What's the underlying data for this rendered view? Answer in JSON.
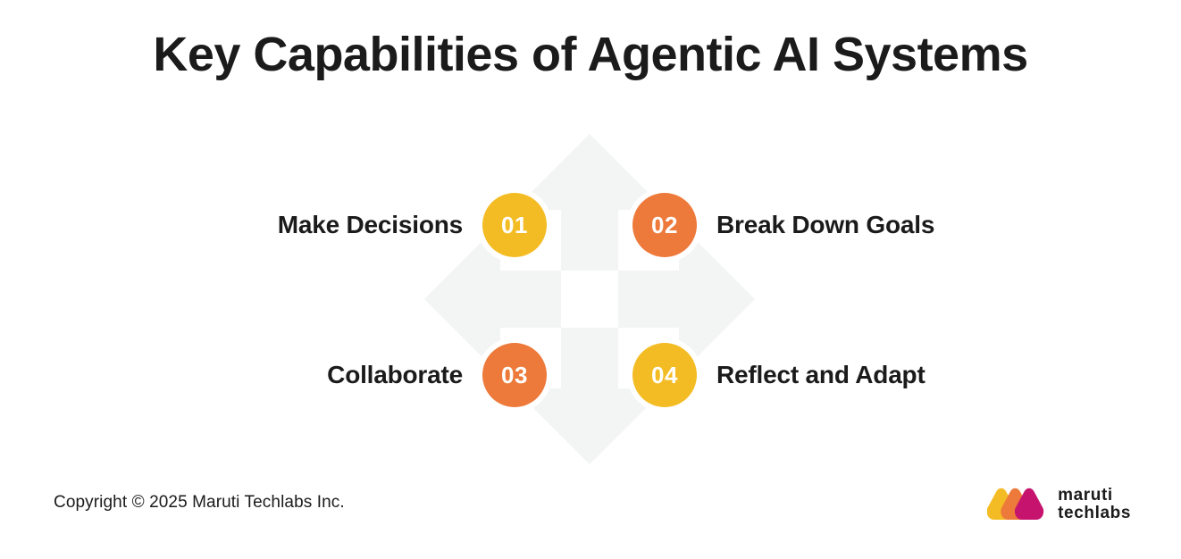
{
  "page": {
    "title": "Key Capabilities of Agentic AI Systems",
    "background_color": "#ffffff",
    "text_color": "#1b1b1b"
  },
  "colors": {
    "yellow": "#F4BC24",
    "orange": "#ED7A3A",
    "magenta": "#C6146E",
    "arrow_gray": "#F3F4F4",
    "badge_ring": "#ffffff"
  },
  "diagram": {
    "decoration": "four-way-arrow-icon",
    "quadrants": [
      {
        "number": "01",
        "label": "Make Decisions",
        "color": "yellow",
        "side": "left",
        "position": "top-left"
      },
      {
        "number": "02",
        "label": "Break Down Goals",
        "color": "orange",
        "side": "right",
        "position": "top-right"
      },
      {
        "number": "03",
        "label": "Collaborate",
        "color": "orange",
        "side": "left",
        "position": "bottom-left"
      },
      {
        "number": "04",
        "label": "Reflect and Adapt",
        "color": "yellow",
        "side": "right",
        "position": "bottom-right"
      }
    ]
  },
  "footer": {
    "copyright": "Copyright © 2025 Maruti Techlabs Inc.",
    "logo": {
      "mark": "maruti-techlabs-logo-icon",
      "line1": "maruti",
      "line2": "techlabs"
    }
  }
}
